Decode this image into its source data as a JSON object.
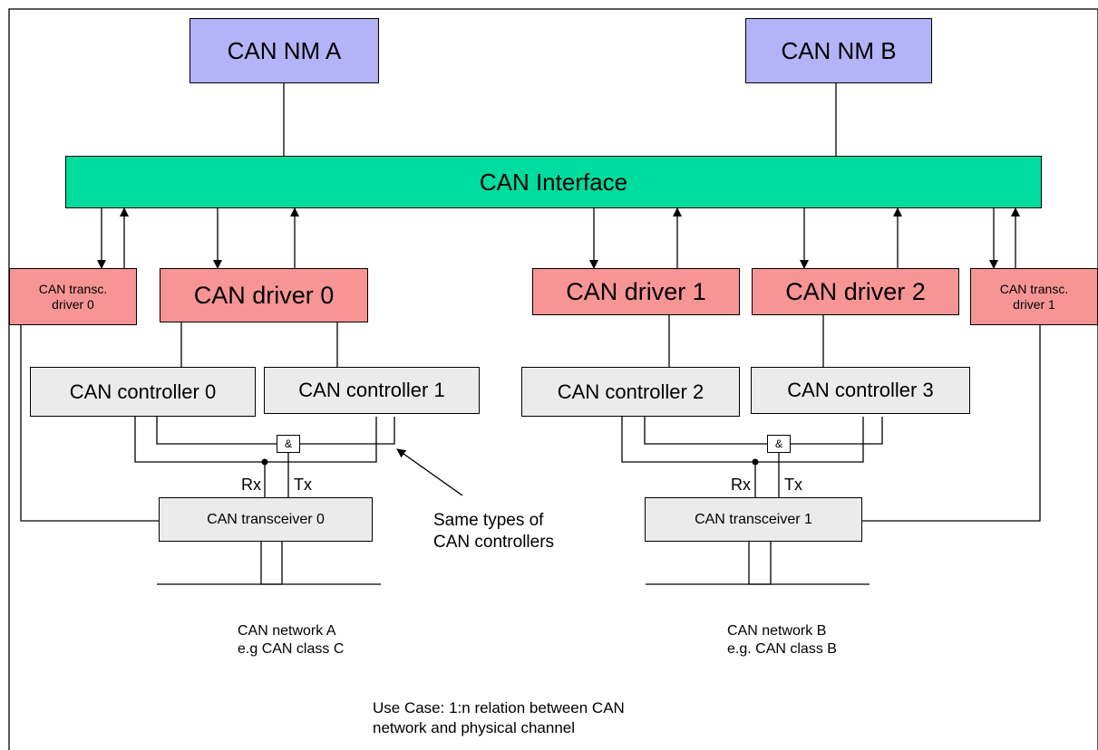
{
  "nm_a": "CAN NM A",
  "nm_b": "CAN NM B",
  "can_interface": "CAN Interface",
  "transc_driver_0": "CAN transc.\ndriver 0",
  "transc_driver_1": "CAN transc.\ndriver 1",
  "driver_0": "CAN driver 0",
  "driver_1": "CAN driver 1",
  "driver_2": "CAN driver 2",
  "controller_0": "CAN controller 0",
  "controller_1": "CAN controller 1",
  "controller_2": "CAN controller 2",
  "controller_3": "CAN controller 3",
  "and_gate_a": "&",
  "and_gate_b": "&",
  "rx_a": "Rx",
  "tx_a": "Tx",
  "rx_b": "Rx",
  "tx_b": "Tx",
  "transceiver_0": "CAN transceiver 0",
  "transceiver_1": "CAN transceiver 1",
  "same_types_note": "Same types of\nCAN controllers",
  "network_a": "CAN network A\ne.g CAN class C",
  "network_b": "CAN network B\ne.g. CAN class B",
  "use_case": "Use Case: 1:n relation between CAN\nnetwork and physical channel"
}
